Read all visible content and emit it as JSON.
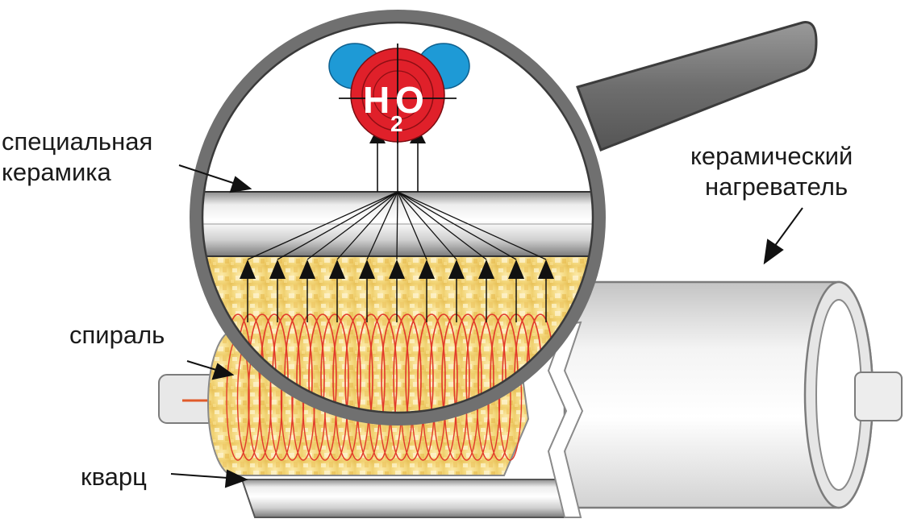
{
  "labels": {
    "special_ceramic_line1": "специальная",
    "special_ceramic_line2": "керамика",
    "ceramic_heater_line1": "керамический",
    "ceramic_heater_line2": "нагреватель",
    "spiral": "спираль",
    "quartz": "кварц"
  },
  "molecule": {
    "h": "H",
    "o": "O",
    "subscript": "2"
  },
  "colors": {
    "magnifier_frame": "#707070",
    "molecule_red": "#e0202a",
    "hydrogen_blue": "#1e9ad6",
    "coil_red": "#e23a2a",
    "heat_fill": "#f3d77a",
    "arrow": "#111111"
  }
}
